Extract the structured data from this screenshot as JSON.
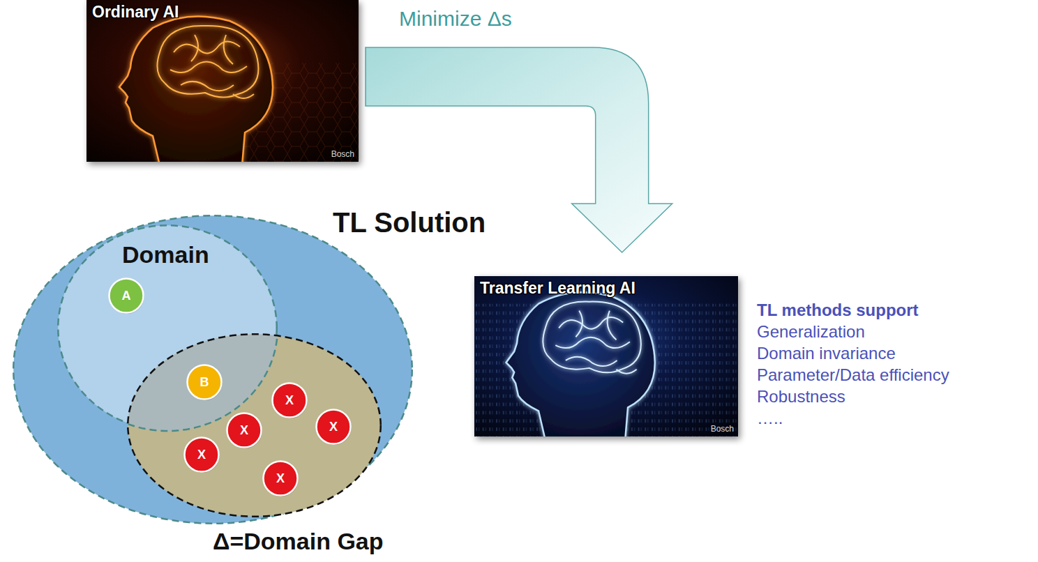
{
  "diagram": {
    "nodes": [
      {
        "text": [
          "Ordinary AI",
          "Bosch"
        ]
      },
      {
        "text": [
          "TL Solution"
        ]
      },
      {
        "text": [
          "Domain"
        ],
        "in": 1
      },
      {
        "text": [
          "A"
        ],
        "in": 2
      },
      {
        "text": [
          "Δ=Domain Gap"
        ],
        "in": 1
      },
      {
        "text": [
          "B"
        ],
        "in": 4
      },
      {
        "text": [
          "X"
        ],
        "in": 4
      },
      {
        "text": [
          "X"
        ],
        "in": 4
      },
      {
        "text": [
          "X"
        ],
        "in": 4
      },
      {
        "text": [
          "X"
        ],
        "in": 4
      },
      {
        "text": [
          "X"
        ],
        "in": 4
      },
      {
        "text": [
          "Transfer Learning AI",
          "Bosch"
        ]
      }
    ],
    "edges": [
      {
        "from": 0,
        "to": 11,
        "label": "Minimize Δs",
        "arrow": "to"
      }
    ],
    "labels": [
      "TL methods support",
      "Generalization",
      "Domain invariance",
      "Parameter/Data efficiency",
      "Robustness",
      "….."
    ]
  }
}
